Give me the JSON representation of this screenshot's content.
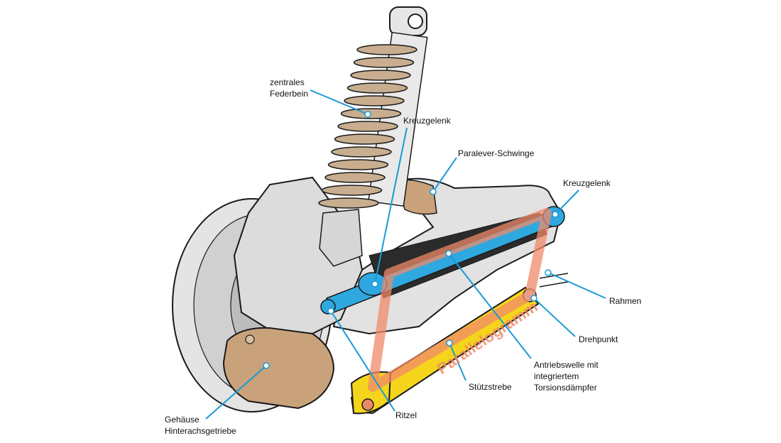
{
  "colors": {
    "leader": "#1a9ad6",
    "drive_shaft": "#2fa8e0",
    "strut": "#f5d51c",
    "parallelogram": "#f08a6a",
    "housing": "#c9a27c",
    "spring": "#c8ae8f",
    "metal": "#d4d4d4",
    "outline": "#1a1a1a"
  },
  "labels": {
    "federbein": [
      "zentrales",
      "Federbein"
    ],
    "kreuzgelenk_top": "Kreuzgelenk",
    "paralever": "Paralever-Schwinge",
    "kreuzgelenk_right": "Kreuzgelenk",
    "rahmen": "Rahmen",
    "drehpunkt": "Drehpunkt",
    "antriebswelle": [
      "Antriebswelle mit",
      "integriertem",
      "Torsionsdämpfer"
    ],
    "stuetzstrebe": "Stützstrebe",
    "ritzel": "Ritzel",
    "gehaeuse": [
      "Gehäuse",
      "Hinterachsgetriebe"
    ],
    "parallelogramm": "Parallelogramm"
  },
  "icons": {
    "dot": "leader-end-dot"
  }
}
